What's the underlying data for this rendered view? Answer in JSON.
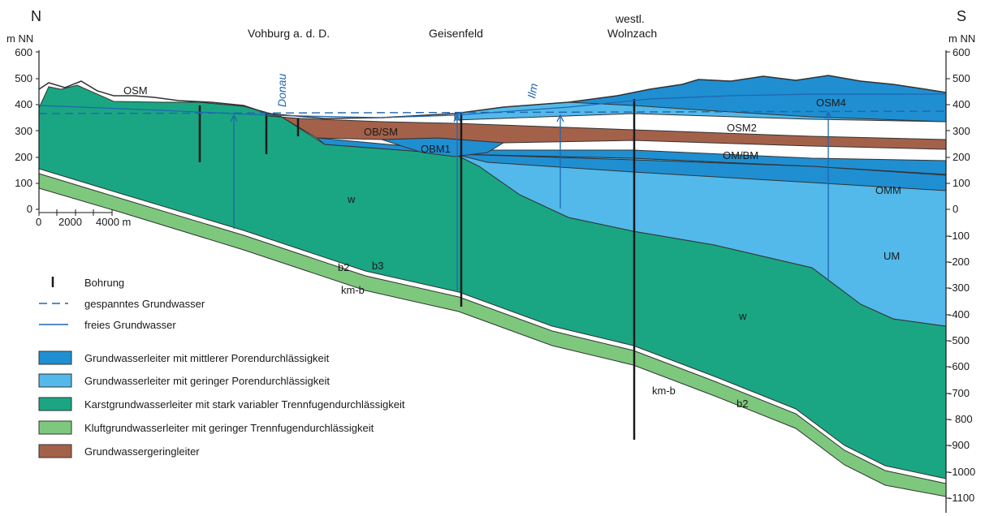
{
  "title": "",
  "compass": {
    "north": "N",
    "south": "S"
  },
  "places": {
    "vohburg": "Vohburg a. d. D.",
    "geisenfeld": "Geisenfeld",
    "wolnzach_1": "westl.",
    "wolnzach_2": "Wolnzach"
  },
  "rivers": {
    "donau": "Donau",
    "ilm": "Ilm"
  },
  "axis": {
    "unit": "m NN",
    "left_ticks": [
      "600",
      "500",
      "400",
      "300",
      "200",
      "100",
      "0"
    ],
    "right_ticks": [
      "600",
      "500",
      "400",
      "300",
      "200",
      "100",
      "0",
      "-100",
      "-200",
      "-300",
      "-400",
      "-500",
      "-600",
      "-700",
      "- 800",
      "-900",
      "-1000",
      "-1100"
    ],
    "scale_labels": [
      "0",
      "2000",
      "4000 m"
    ]
  },
  "units": {
    "osm": "OSM",
    "obsm": "OB/SM",
    "obm1": "OBM1",
    "osm2": "OSM2",
    "osm4": "OSM4",
    "ombm": "OM/BM",
    "omm": "OMM",
    "um": "UM",
    "w": "w",
    "b2": "b2",
    "b3": "b3",
    "kmb": "km-b"
  },
  "legend": {
    "borehole": "Bohrung",
    "confined": "gespanntes Grundwasser",
    "free": "freies Grundwasser",
    "items": [
      {
        "label": "Grundwasserleiter mit mittlerer Porendurchlässigkeit",
        "color": "#1f8fd2"
      },
      {
        "label": "Grundwasserleiter mit geringer Porendurchlässigkeit",
        "color": "#52b9ea"
      },
      {
        "label": "Karstgrundwasserleiter mit stark variabler Trennfugendurchlässigkeit",
        "color": "#1aa683"
      },
      {
        "label": "Kluftgrundwasserleiter mit geringer Trennfugendurchlässigkeit",
        "color": "#7ec87e"
      },
      {
        "label": "Grundwassergeringleiter",
        "color": "#a4614a"
      }
    ]
  }
}
